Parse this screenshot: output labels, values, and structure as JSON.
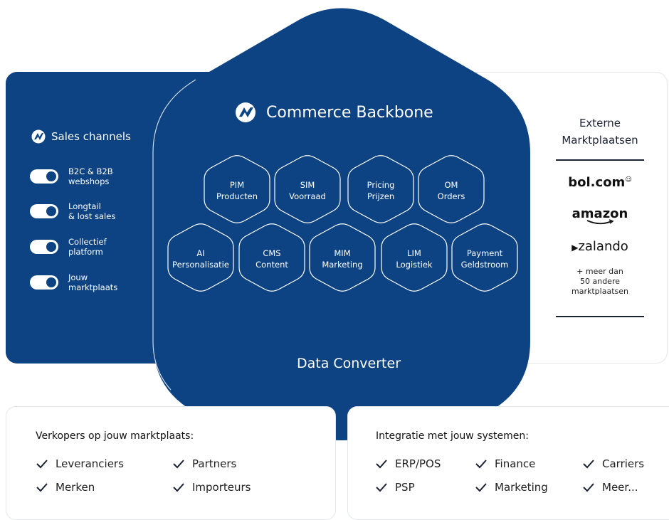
{
  "sales": {
    "title": "Sales channels",
    "channels": [
      {
        "label": "B2C & B2B\nwebshops"
      },
      {
        "label": "Longtail\n& lost sales"
      },
      {
        "label": "Collectief\nplatform"
      },
      {
        "label": "Jouw\nmarktplaats"
      }
    ]
  },
  "backbone": {
    "title": "Commerce Backbone",
    "footer": "Data Converter",
    "modules": [
      {
        "title": "PIM",
        "subtitle": "Producten"
      },
      {
        "title": "SIM",
        "subtitle": "Voorraad"
      },
      {
        "title": "Pricing",
        "subtitle": "Prijzen"
      },
      {
        "title": "OM",
        "subtitle": "Orders"
      },
      {
        "title": "AI",
        "subtitle": "Personalisatie"
      },
      {
        "title": "CMS",
        "subtitle": "Content"
      },
      {
        "title": "MIM",
        "subtitle": "Marketing"
      },
      {
        "title": "LIM",
        "subtitle": "Logistiek"
      },
      {
        "title": "Payment",
        "subtitle": "Geldstroom"
      }
    ],
    "colors": {
      "primary": "#0d4382",
      "line": "#ffffff"
    }
  },
  "marketplaces": {
    "title": "Externe\nMarktplaatsen",
    "brands": [
      "bol.com",
      "amazon",
      "zalando"
    ],
    "more": "+ meer dan\n50 andere\nmarktplaatsen"
  },
  "sellers": {
    "title": "Verkopers op jouw marktplaats:",
    "items": [
      "Leveranciers",
      "Partners",
      "Merken",
      "Importeurs"
    ]
  },
  "systems": {
    "title": "Integratie met jouw systemen:",
    "items": [
      "ERP/POS",
      "Finance",
      "Carriers",
      "PSP",
      "Marketing",
      "Meer..."
    ]
  }
}
